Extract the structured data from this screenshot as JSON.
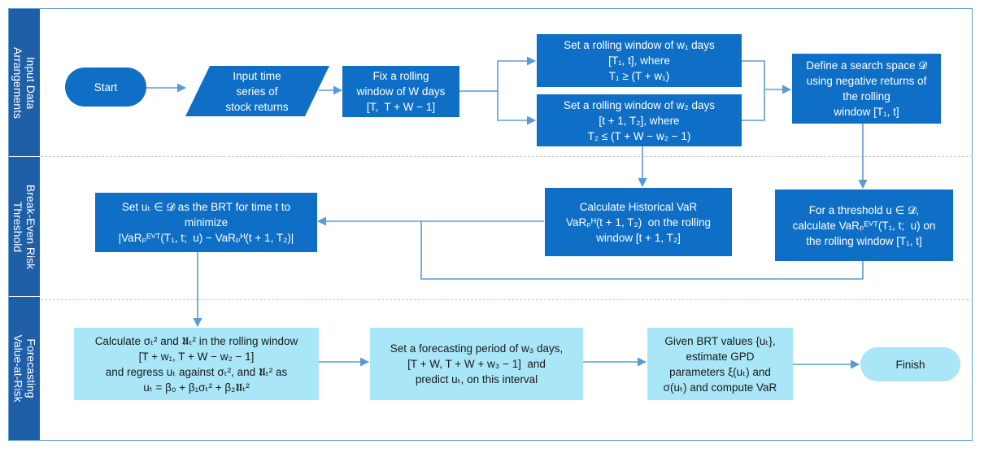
{
  "lanes": [
    {
      "label": "Input Data\nArrangements"
    },
    {
      "label": "Break-Even Risk\nThreshold"
    },
    {
      "label": "Forecasting\nValue-at-Risk"
    }
  ],
  "nodes": {
    "start": "Start",
    "input_series": "Input time\nseries of\nstock returns",
    "fix_window": "Fix a rolling\nwindow of W days\n[T,  T + W − 1]",
    "window_w1": "Set a rolling window of w₁ days\n[T₁, t], where\nT₁ ≥ (T + w₁)",
    "window_w2": "Set a rolling window of w₂ days\n[t + 1, T₂], where\nT₂ ≤ (T + W − w₂ − 1)",
    "search_space": "Define a search space 𝓓\nusing negative returns of\nthe rolling\nwindow [T₁, t]",
    "historical_var": "Calculate Historical VaR\nVaRₚᴴ(t + 1, T₂)  on the rolling\nwindow [t + 1, T₂]",
    "threshold_var": "For a threshold u ∈ 𝓓,\ncalculate VaRₚᴱⱽᵀ(T₁, t;  u) on\nthe rolling window [T₁, t]",
    "brt": "Set uₜ ∈ 𝓓 as the BRT for time t to\nminimize\n|VaRₚᴱⱽᵀ(T₁, t;  u) − VaRₚᴴ(t + 1, T₂)|",
    "regress": "Calculate σₜ² and 𝖀ₜ² in the rolling window\n[T + w₁, T + W − w₂ − 1]\nand regress uₜ against σₜ², and 𝖀ₜ² as\nuₜ = β₀ + β₁σₜ² + β₂𝖀ₜ²",
    "forecast_period": "Set a forecasting period of w₃ days,\n[T + W, T + W + w₃ − 1]  and\npredict uₜ, on this interval",
    "gpd": "Given BRT values {uₜ},\nestimate GPD\nparameters ξ(uₜ) and\nσ(uₜ) and compute VaR",
    "finish": "Finish"
  },
  "colors": {
    "dark_box": "#0f6fc6",
    "light_box": "#a8e6f8",
    "lane_label": "#1f5fa8",
    "connector": "#5b9bd5"
  }
}
